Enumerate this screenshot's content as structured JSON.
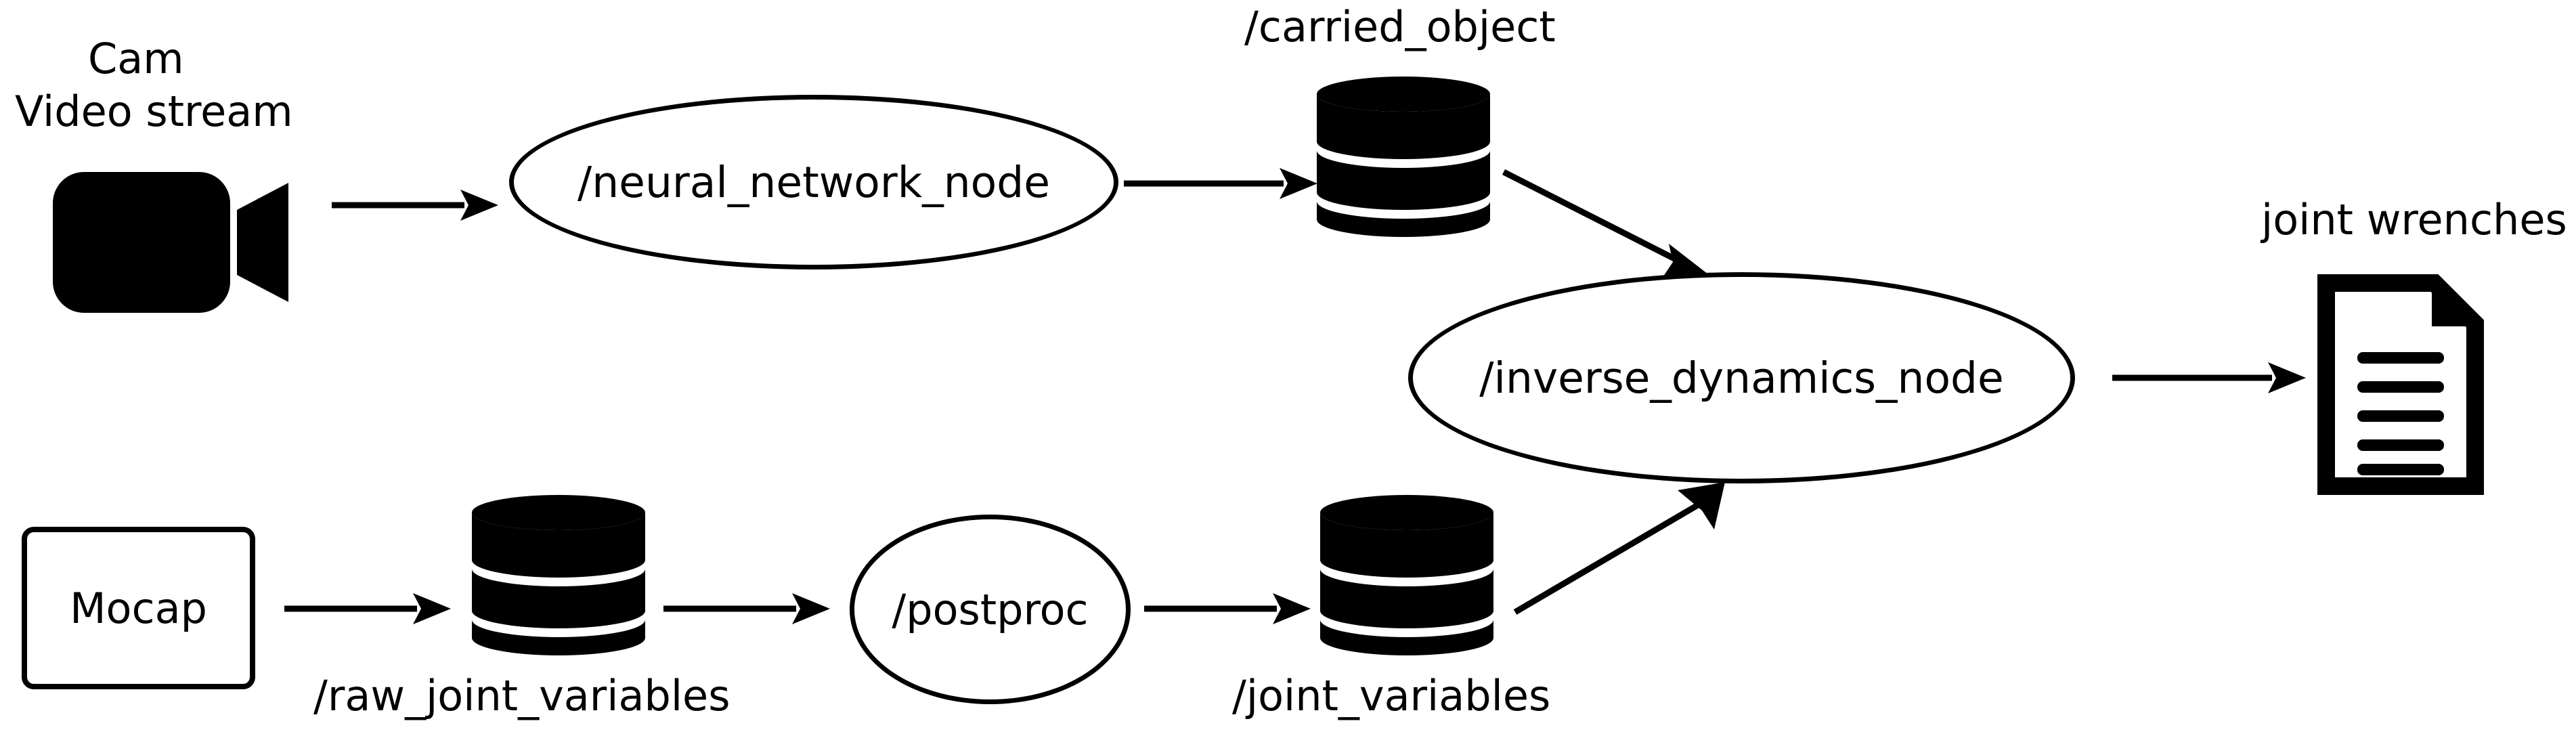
{
  "diagram": {
    "title": "ROS node / topic dataflow graph",
    "background_color": "#ffffff",
    "stroke_color": "#000000",
    "labels": {
      "cam": "Cam",
      "video_stream": "Video stream",
      "carried_object": "/carried_object",
      "joint_wrenches": "joint wrenches",
      "raw_joint_variables": "/raw_joint_variables",
      "joint_variables": "/joint_variables"
    },
    "nodes": [
      {
        "id": "neural_network_node",
        "label": "/neural_network_node",
        "shape": "ellipse"
      },
      {
        "id": "inverse_dynamics_node",
        "label": "/inverse_dynamics_node",
        "shape": "ellipse"
      },
      {
        "id": "postproc",
        "label": "/postproc",
        "shape": "ellipse"
      },
      {
        "id": "mocap",
        "label": "Mocap",
        "shape": "rounded-rect"
      }
    ],
    "icons": [
      {
        "id": "camera",
        "name": "video-camera-icon",
        "label": "Cam / Video stream"
      },
      {
        "id": "carried_object_db",
        "name": "database-cylinder-icon",
        "label": "/carried_object"
      },
      {
        "id": "raw_joint_variables_db",
        "name": "database-cylinder-icon",
        "label": "/raw_joint_variables"
      },
      {
        "id": "joint_variables_db",
        "name": "database-cylinder-icon",
        "label": "/joint_variables"
      },
      {
        "id": "joint_wrenches_doc",
        "name": "document-icon",
        "label": "joint wrenches"
      }
    ],
    "edges": [
      {
        "from": "camera",
        "to": "neural_network_node",
        "direction": "right"
      },
      {
        "from": "neural_network_node",
        "to": "carried_object_db",
        "direction": "right"
      },
      {
        "from": "carried_object_db",
        "to": "inverse_dynamics_node",
        "direction": "down-right"
      },
      {
        "from": "inverse_dynamics_node",
        "to": "joint_wrenches_doc",
        "direction": "right"
      },
      {
        "from": "mocap",
        "to": "raw_joint_variables_db",
        "direction": "right"
      },
      {
        "from": "raw_joint_variables_db",
        "to": "postproc",
        "direction": "right"
      },
      {
        "from": "postproc",
        "to": "joint_variables_db",
        "direction": "right"
      },
      {
        "from": "joint_variables_db",
        "to": "inverse_dynamics_node",
        "direction": "up-right"
      }
    ]
  }
}
